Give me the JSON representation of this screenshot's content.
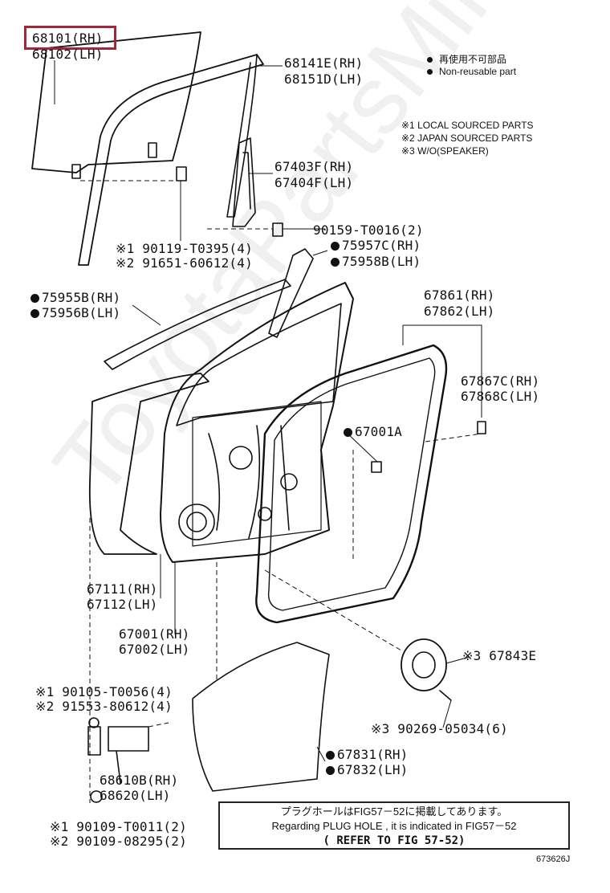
{
  "watermark": "ToyotaPartsMine.ru",
  "legend": {
    "jp": "再使用不可部品",
    "en": "Non-reusable part",
    "notes": [
      "※1 LOCAL SOURCED PARTS",
      "※2 JAPAN SOURCED PARTS",
      "※3 W/O(SPEAKER)"
    ]
  },
  "callouts": {
    "glass_rh": "68101(RH)",
    "glass_lh": "68102(LH)",
    "run_rh": "68141E(RH)",
    "run_lh": "68151D(LH)",
    "chan_rh": "67403F(RH)",
    "chan_lh": "67404F(LH)",
    "bolt_a": "90159-T0016(2)",
    "bolt_b1": "※1 90119-T0395(4)",
    "bolt_b2": "※2 91651-60612(4)",
    "molding_rh": "75957C(RH)",
    "molding_lh": "75958B(LH)",
    "belt_rh": "75955B(RH)",
    "belt_lh": "75956B(LH)",
    "ws_rh": "67861(RH)",
    "ws_lh": "67862(LH)",
    "clip_rh": "67867C(RH)",
    "clip_lh": "67868C(LH)",
    "nut": "67001A",
    "hinge_rh": "67111(RH)",
    "hinge_lh": "67112(LH)",
    "panel_rh": "67001(RH)",
    "panel_lh": "67002(LH)",
    "speaker": "※3 67843E",
    "bolt_c1": "※1 90105-T0056(4)",
    "bolt_c2": "※2 91553-80612(4)",
    "screw": "※3 90269-05034(6)",
    "film_rh": "67831(RH)",
    "film_lh": "67832(LH)",
    "check_rh": "68610B(RH)",
    "check_lh": "68620(LH)",
    "bolt_d1": "※1 90109-T0011(2)",
    "bolt_d2": "※2 90109-08295(2)"
  },
  "note_box": {
    "line1": "プラグホールはFIG57－52に掲載してあります。",
    "line2": "Regarding PLUG HOLE , it is indicated in FIG57－52",
    "line3": "( REFER TO FIG 57-52)"
  },
  "figure_id": "673626J"
}
